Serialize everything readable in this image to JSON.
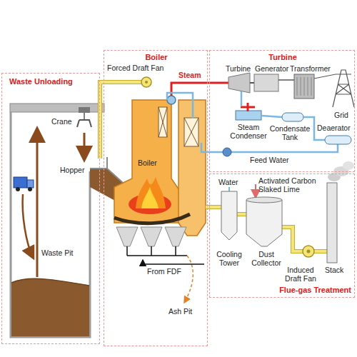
{
  "diagram": {
    "nodes": [
      {
        "text": [
          "Waste Unloading"
        ]
      },
      {
        "text": [
          "Boiler"
        ]
      },
      {
        "text": [
          "Turbine"
        ]
      },
      {
        "text": [
          "Flue-gas Treatment"
        ]
      }
    ],
    "labels": [
      "Forced Draft Fan",
      "Steam",
      "Turbine",
      "Generator",
      "Transformer",
      "Crane",
      "Hopper",
      "Boiler",
      "Grid",
      "Steam Condenser",
      "Condensate Tank",
      "Deaerator",
      "Feed Water",
      "Water",
      "Activated Carbon Slaked Lime",
      "Waste Pit",
      "Cooling Tower",
      "Dust Collector",
      "From FDF",
      "Induced Draft Fan",
      "Stack",
      "Ash Pit"
    ]
  }
}
